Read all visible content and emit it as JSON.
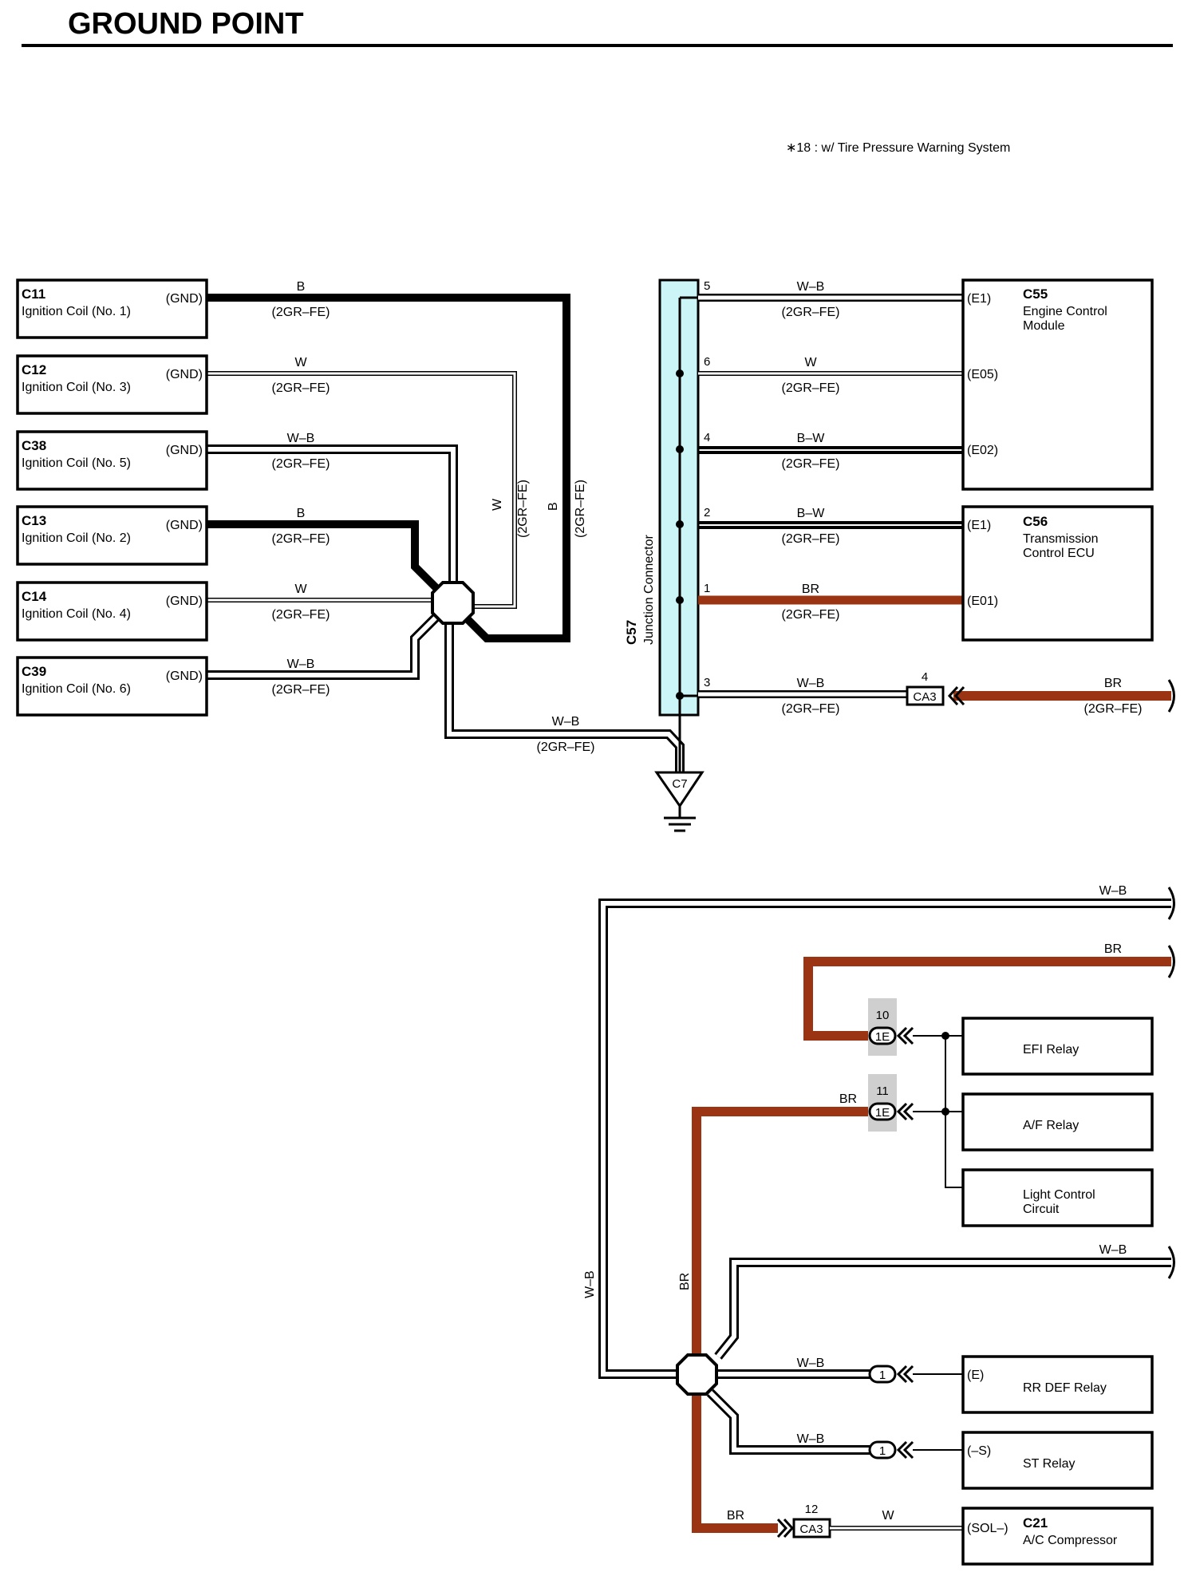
{
  "page": {
    "title": "GROUND POINT",
    "note": "∗18 : w/ Tire Pressure Warning System"
  },
  "left_components": [
    {
      "code": "C11",
      "name": "Ignition Coil (No. 1)",
      "pin": "(GND)",
      "wire_color": "B",
      "wire_sub": "(2GR–FE)"
    },
    {
      "code": "C12",
      "name": "Ignition Coil (No. 3)",
      "pin": "(GND)",
      "wire_color": "W",
      "wire_sub": "(2GR–FE)"
    },
    {
      "code": "C38",
      "name": "Ignition Coil (No. 5)",
      "pin": "(GND)",
      "wire_color": "W–B",
      "wire_sub": "(2GR–FE)"
    },
    {
      "code": "C13",
      "name": "Ignition Coil (No. 2)",
      "pin": "(GND)",
      "wire_color": "B",
      "wire_sub": "(2GR–FE)"
    },
    {
      "code": "C14",
      "name": "Ignition Coil (No. 4)",
      "pin": "(GND)",
      "wire_color": "W",
      "wire_sub": "(2GR–FE)"
    },
    {
      "code": "C39",
      "name": "Ignition Coil (No. 6)",
      "pin": "(GND)",
      "wire_color": "W–B",
      "wire_sub": "(2GR–FE)"
    }
  ],
  "vertical_wires": {
    "w_color": "W",
    "w_sub": "(2GR–FE)",
    "b_color": "B",
    "b_sub": "(2GR–FE)"
  },
  "ground_wire": {
    "color": "W–B",
    "sub": "(2GR–FE)",
    "ground_label": "C7"
  },
  "junction": {
    "code": "C57",
    "name": "Junction Connector"
  },
  "junction_wires": [
    {
      "pin": "5",
      "color": "W–B",
      "sub": "(2GR–FE)",
      "dest_pin": "(E1)"
    },
    {
      "pin": "6",
      "color": "W",
      "sub": "(2GR–FE)",
      "dest_pin": "(E05)"
    },
    {
      "pin": "4",
      "color": "B–W",
      "sub": "(2GR–FE)",
      "dest_pin": "(E02)"
    },
    {
      "pin": "2",
      "color": "B–W",
      "sub": "(2GR–FE)",
      "dest_pin": "(E1)"
    },
    {
      "pin": "1",
      "color": "BR",
      "sub": "(2GR–FE)",
      "dest_pin": "(E01)"
    },
    {
      "pin": "3",
      "color": "W–B",
      "sub": "(2GR–FE)",
      "dest_pin": ""
    }
  ],
  "ecm": {
    "code": "C55",
    "name_line1": "Engine Control",
    "name_line2": "Module"
  },
  "tcm": {
    "code": "C56",
    "name_line1": "Transmission",
    "name_line2": "Control ECU"
  },
  "ca3_top": {
    "pin": "4",
    "label": "CA3",
    "out_color": "BR",
    "out_sub": "(2GR–FE)"
  },
  "lower": {
    "wb_top": "W–B",
    "br_top": "BR",
    "conn_1e_a": {
      "pin": "10",
      "label": "1E"
    },
    "conn_1e_b": {
      "pin": "11",
      "label": "1E"
    },
    "br_label": "BR",
    "relays": {
      "efi": "EFI Relay",
      "af": "A/F Relay",
      "light_line1": "Light Control",
      "light_line2": "Circuit"
    },
    "wb_mid": "W–B",
    "wb_vertical": "W–B",
    "br_vertical": "BR",
    "rr_def": {
      "wire": "W–B",
      "conn": "1",
      "pin": "(E)",
      "name": "RR DEF Relay"
    },
    "st": {
      "wire": "W–B",
      "conn": "1",
      "pin": "(–S)",
      "name": "ST Relay"
    },
    "ac": {
      "br": "BR",
      "ca3_pin": "12",
      "ca3_label": "CA3",
      "wire": "W",
      "pin": "(SOL–)",
      "code": "C21",
      "name": "A/C Compressor"
    }
  },
  "colors": {
    "brown": "#9a3412",
    "junction_fill": "#ccf5f8",
    "gray_tab": "#cfcfcf"
  }
}
